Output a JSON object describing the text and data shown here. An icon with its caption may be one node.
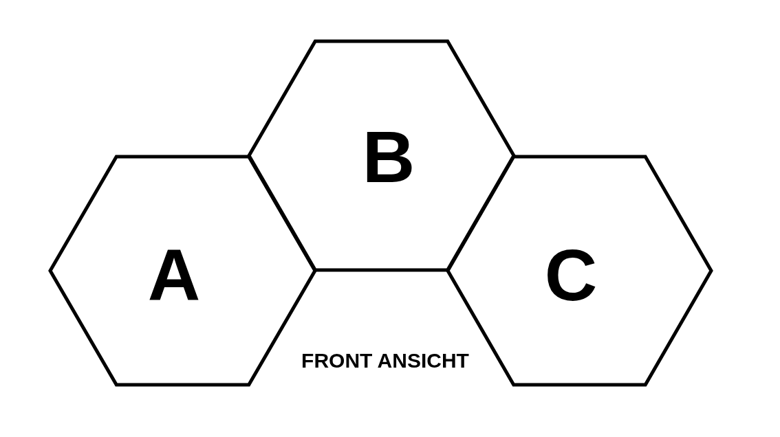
{
  "diagram": {
    "nodes": [
      {
        "text": [
          "A"
        ]
      },
      {
        "text": [
          "B"
        ]
      },
      {
        "text": [
          "C"
        ]
      }
    ],
    "labels": [
      "FRONT ANSICHT"
    ]
  }
}
